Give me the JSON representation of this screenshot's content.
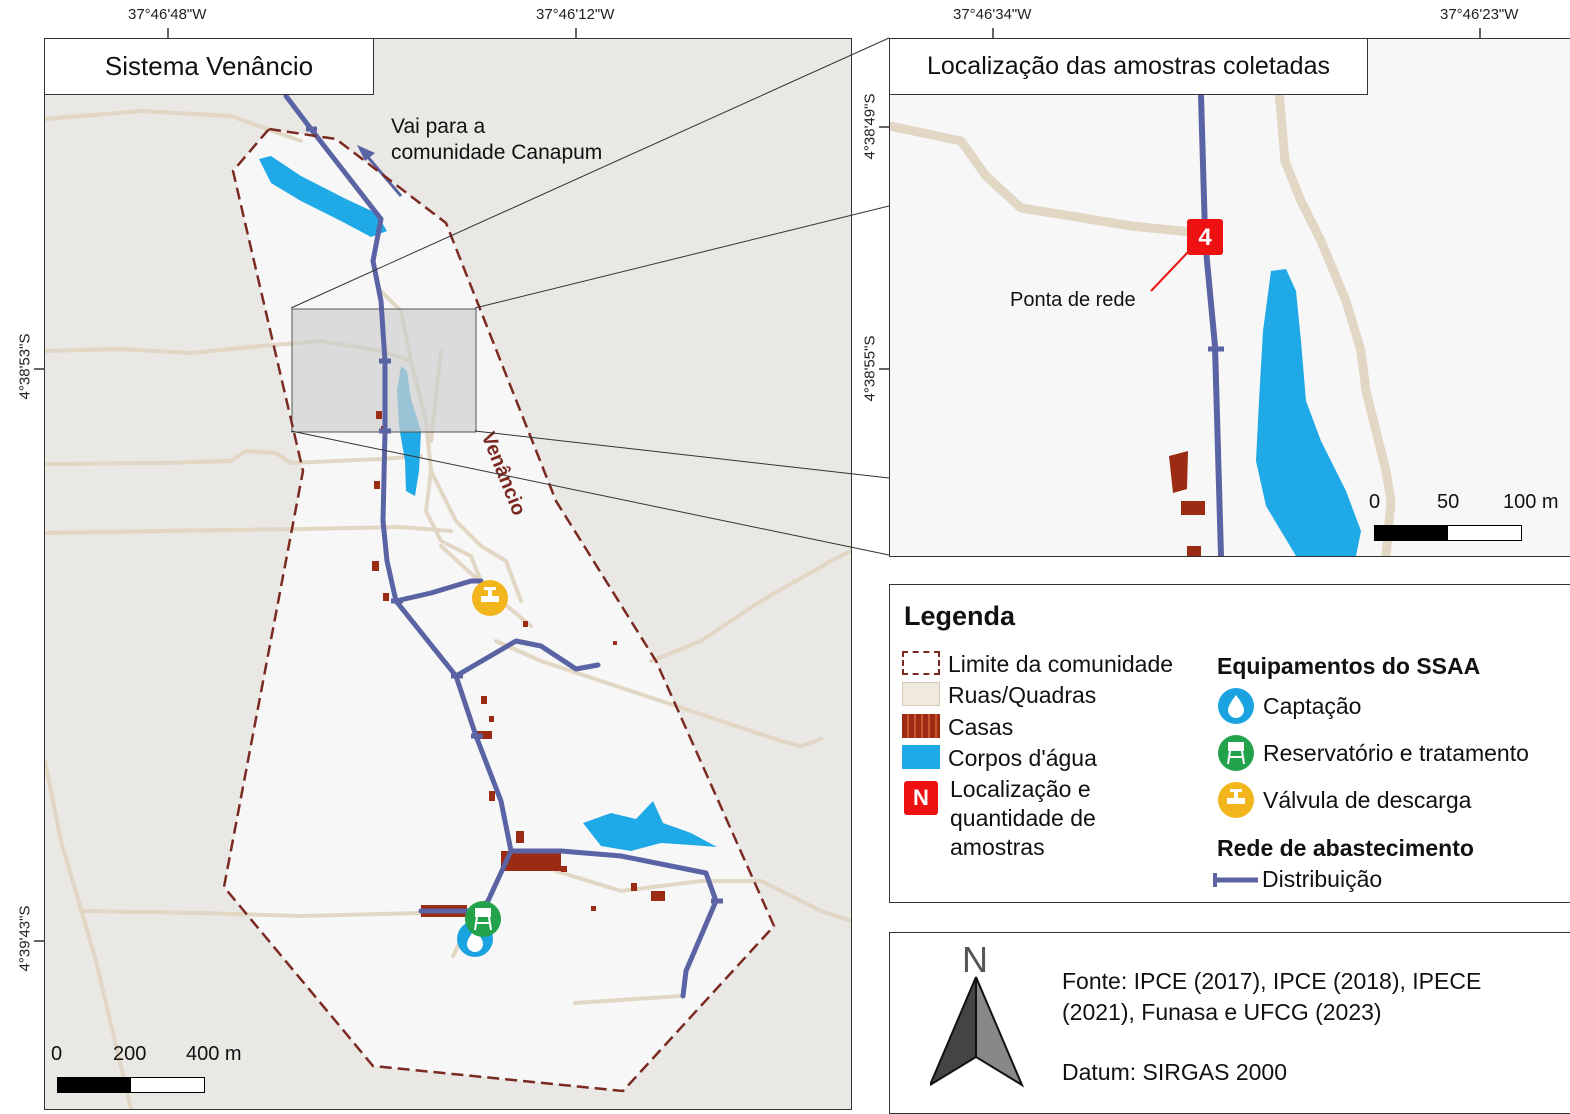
{
  "main_map": {
    "title": "Sistema Venâncio",
    "top_coords": [
      "37°46'48\"W",
      "37°46'12\"W"
    ],
    "left_coords": [
      "4°38'53\"S",
      "4°39'43\"S"
    ],
    "arrow_note_line1": "Vai para a",
    "arrow_note_line2": "comunidade Canapum",
    "community_label": "Venâncio",
    "scale": {
      "labels": [
        "0",
        "200",
        "400 m"
      ]
    }
  },
  "inset_map": {
    "title": "Localização das amostras coletadas",
    "top_coords": [
      "37°46'34\"W",
      "37°46'23\"W"
    ],
    "left_coords": [
      "4°38'49\"S",
      "4°38'55\"S"
    ],
    "sample_marker": {
      "count": "4",
      "label": "Ponta de rede"
    },
    "scale": {
      "labels": [
        "0",
        "50",
        "100 m"
      ]
    }
  },
  "legend": {
    "title": "Legenda",
    "items": [
      {
        "label": "Limite da comunidade",
        "symbol": "dashed-boundary"
      },
      {
        "label": "Ruas/Quadras",
        "symbol": "streets-fill"
      },
      {
        "label": "Casas",
        "symbol": "houses-fill"
      },
      {
        "label": "Corpos d'água",
        "symbol": "water-fill"
      },
      {
        "label_lines": [
          "Localização e",
          "quantidade de",
          "amostras"
        ],
        "symbol": "sample-marker",
        "symbol_text": "N"
      }
    ],
    "equipment_heading": "Equipamentos do SSAA",
    "equipment": [
      {
        "label": "Captação",
        "icon": "water-drop-icon",
        "color": "#1aa3e0"
      },
      {
        "label": "Reservatório e tratamento",
        "icon": "water-tower-icon",
        "color": "#22a24a"
      },
      {
        "label": "Válvula de descarga",
        "icon": "valve-icon",
        "color": "#f2b51b"
      }
    ],
    "network_heading": "Rede de abastecimento",
    "network": [
      {
        "label": "Distribuição",
        "icon": "pipe-line-icon",
        "color": "#5a63a3"
      }
    ]
  },
  "source_box": {
    "north_label": "N",
    "source_line1": "Fonte: IPCE (2017), IPCE (2018), IPECE",
    "source_line2": "(2021), Funasa e UFCG (2023)",
    "datum": "Datum: SIRGAS 2000"
  },
  "colors": {
    "background": "#e9e8e5",
    "community": "#f7f7f7",
    "road": "#e2d6c4",
    "water": "#1fa9e6",
    "pipe": "#5a63a3",
    "boundary": "#7b2a22",
    "house": "#9b2b12",
    "sample": "#ee1111"
  }
}
